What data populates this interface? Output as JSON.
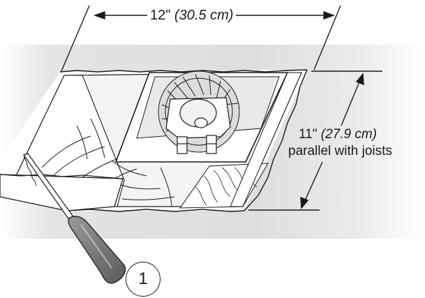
{
  "dimensions": {
    "width_main": "12\"",
    "width_metric": "(30.5 cm)",
    "height_main": "11\"",
    "height_metric": "(27.9 cm)",
    "height_note": "parallel with joists"
  },
  "callout": {
    "step_number": "1"
  },
  "colors": {
    "line": "#1a1a1a",
    "ceiling_band": "#dcdcdc",
    "shadow": "#cfcfcf"
  }
}
